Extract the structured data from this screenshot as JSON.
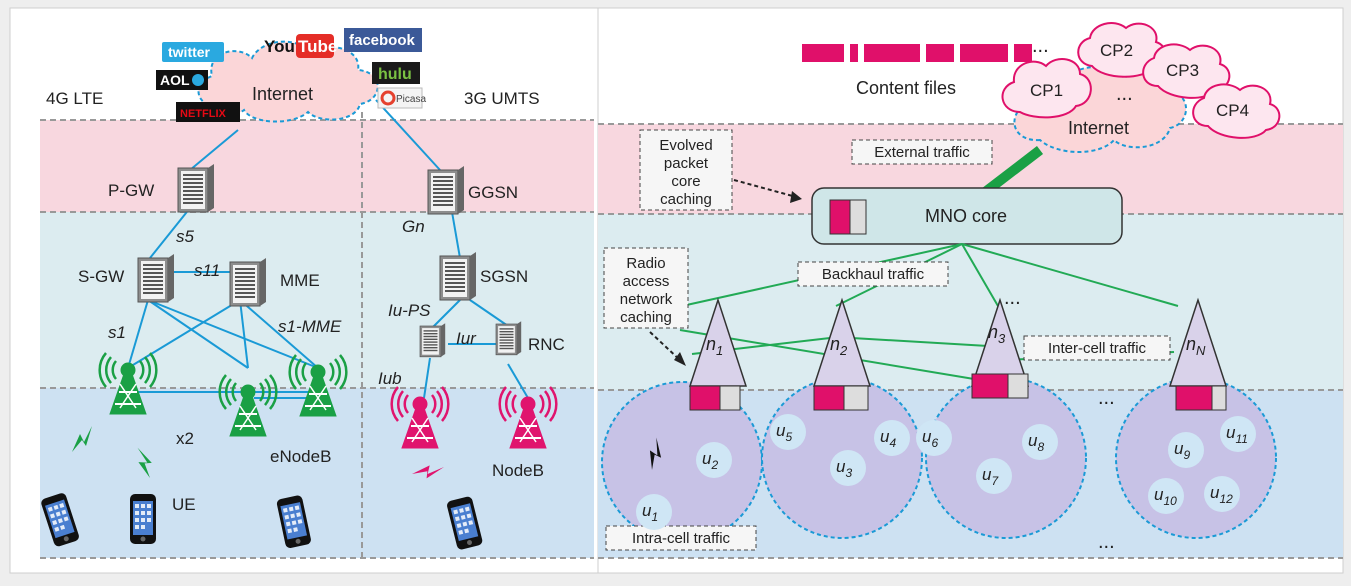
{
  "colors": {
    "panel_bg": "#ffffff",
    "core_band": "#f8d7df",
    "mid_band": "#dcecf0",
    "access_band": "#cde1f2",
    "link_blue": "#1a9ad6",
    "link_green": "#22aa55",
    "enodeb_green": "#1aa045",
    "nodeb_magenta": "#e0146e",
    "cache_magenta": "#e0106a",
    "cell_fill": "#c7c2e6",
    "user_fill": "#cfe6f5",
    "cloud_fill": "#fbd6d8",
    "cp_cloud_fill": "#fde6ef",
    "mno_core_fill": "#cfe6e8",
    "bs_fill": "#d9d2ea"
  },
  "left": {
    "brands": {
      "twitter": "twitter",
      "youtube_a": "You",
      "youtube_b": "Tube",
      "facebook": "facebook",
      "aol": "AOL",
      "hulu": "hulu",
      "netflix": "NETFLIX",
      "picasa": "Picasa"
    },
    "label_4g": "4G LTE",
    "label_3g": "3G UMTS",
    "internet": "Internet",
    "pgw": "P-GW",
    "s5": "s5",
    "sgw": "S-GW",
    "s11": "s11",
    "mme": "MME",
    "s1": "s1",
    "s1mme": "s1-MME",
    "x2": "x2",
    "enodeb": "eNodeB",
    "ue": "UE",
    "ggsn": "GGSN",
    "gn": "Gn",
    "sgsn": "SGSN",
    "iups": "Iu-PS",
    "iur": "Iur",
    "rnc": "RNC",
    "iub": "Iub",
    "nodeb": "NodeB"
  },
  "right": {
    "content_files": "Content files",
    "file_dots": "...",
    "cp1": "CP1",
    "cp2": "CP2",
    "cp3": "CP3",
    "cp4": "CP4",
    "cp_dots": "...",
    "internet": "Internet",
    "epc_caching": [
      "Evolved",
      "packet",
      "core",
      "caching"
    ],
    "external_traffic": "External traffic",
    "mno_core": "MNO core",
    "backhaul_traffic": "Backhaul traffic",
    "ran_caching": [
      "Radio",
      "access",
      "network",
      "caching"
    ],
    "bs_dots": "...",
    "intercell_traffic": "Inter-cell traffic",
    "cell_dots_top": "...",
    "cell_dots_bottom": "...",
    "intracell_traffic": "Intra-cell traffic",
    "bs": [
      {
        "name": "n",
        "sub": "1"
      },
      {
        "name": "n",
        "sub": "2"
      },
      {
        "name": "n",
        "sub": "3"
      },
      {
        "name": "n",
        "sub": "N"
      }
    ],
    "users": [
      {
        "name": "u",
        "sub": "1"
      },
      {
        "name": "u",
        "sub": "2"
      },
      {
        "name": "u",
        "sub": "3"
      },
      {
        "name": "u",
        "sub": "4"
      },
      {
        "name": "u",
        "sub": "5"
      },
      {
        "name": "u",
        "sub": "6"
      },
      {
        "name": "u",
        "sub": "7"
      },
      {
        "name": "u",
        "sub": "8"
      },
      {
        "name": "u",
        "sub": "9"
      },
      {
        "name": "u",
        "sub": "10"
      },
      {
        "name": "u",
        "sub": "11"
      },
      {
        "name": "u",
        "sub": "12"
      }
    ]
  }
}
